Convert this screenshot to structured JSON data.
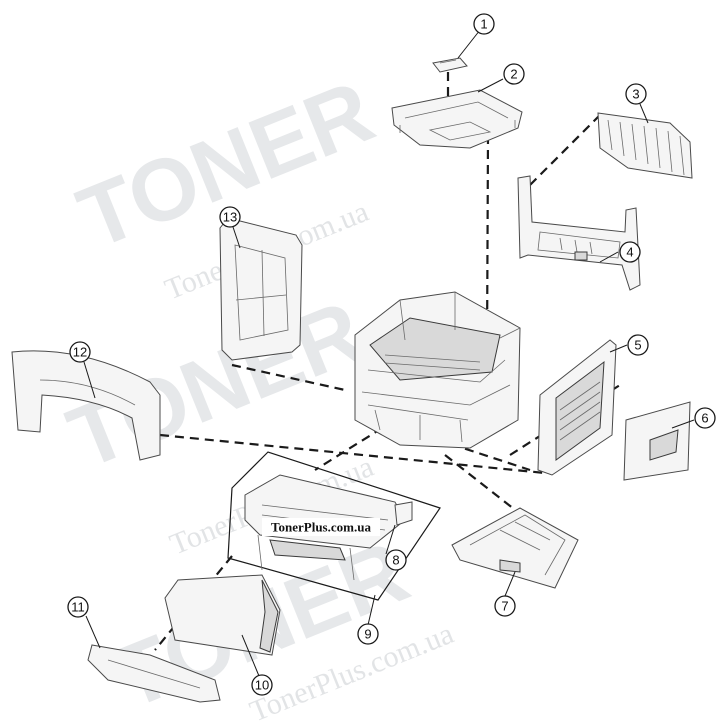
{
  "watermark": {
    "brand": "TONER",
    "site": "TonerPlus.com.ua"
  },
  "label_box": {
    "text": "TonerPlus.com.ua"
  },
  "callouts": [
    {
      "number": "1"
    },
    {
      "number": "2"
    },
    {
      "number": "3"
    },
    {
      "number": "4"
    },
    {
      "number": "5"
    },
    {
      "number": "6"
    },
    {
      "number": "7"
    },
    {
      "number": "8"
    },
    {
      "number": "9"
    },
    {
      "number": "10"
    },
    {
      "number": "11"
    },
    {
      "number": "12"
    },
    {
      "number": "13"
    }
  ]
}
